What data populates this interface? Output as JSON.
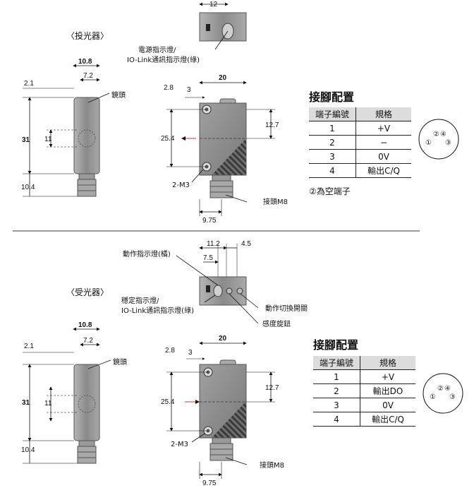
{
  "emitter": {
    "section_label": "〈投光器〉",
    "indicator_label_line1": "電源指示燈/",
    "indicator_label_line2": "IO-Link通訊指示燈(綠)",
    "dims": {
      "top_width": "12",
      "body_width": "10.8",
      "lens_offset": "7.2",
      "top_margin": "2.1",
      "height": "31",
      "lens_dia": "11",
      "connector": "10.4",
      "front_width": "20",
      "hole_x": "2.8",
      "hole_dia": "3",
      "hole_pitch": "12.7",
      "optical_axis": "25.4",
      "connector_offset": "9.75"
    },
    "lens_label": "鏡頭",
    "screw_label": "2-M3",
    "connector_label": "接頭M8",
    "pin_table": {
      "title": "接腳配置",
      "headers": [
        "端子編號",
        "規格"
      ],
      "rows": [
        [
          "1",
          "+V"
        ],
        [
          "2",
          "−"
        ],
        [
          "3",
          "0V"
        ],
        [
          "4",
          "輸出C/Q"
        ]
      ]
    },
    "note": "②為空端子"
  },
  "receiver": {
    "section_label": "〈受光器〉",
    "op_indicator_label": "動作指示燈(橘)",
    "stable_label_line1": "穩定指示燈/",
    "stable_label_line2": "IO-Link通訊指示燈(綠)",
    "switch_label": "動作切換開關",
    "knob_label": "感度旋鈕",
    "dims": {
      "top_a": "11.2",
      "top_b": "4.5",
      "top_c": "7.5",
      "body_width": "10.8",
      "lens_offset": "7.2",
      "top_margin": "2.1",
      "height": "31",
      "lens_dia": "11",
      "connector": "10.4",
      "front_width": "20",
      "hole_x": "2.8",
      "hole_dia": "3",
      "hole_pitch": "12.7",
      "optical_axis": "25.4",
      "connector_offset": "9.75"
    },
    "lens_label": "鏡頭",
    "screw_label": "2-M3",
    "connector_label": "接頭M8",
    "pin_table": {
      "title": "接腳配置",
      "headers": [
        "端子編號",
        "規格"
      ],
      "rows": [
        [
          "1",
          "+V"
        ],
        [
          "2",
          "輸出DO"
        ],
        [
          "3",
          "0V"
        ],
        [
          "4",
          "輸出C/Q"
        ]
      ]
    }
  },
  "connector_pins": [
    "①",
    "②",
    "③",
    "④"
  ],
  "colors": {
    "arrow_red": "#d9342b",
    "body_gray": "#8e8e8e"
  }
}
